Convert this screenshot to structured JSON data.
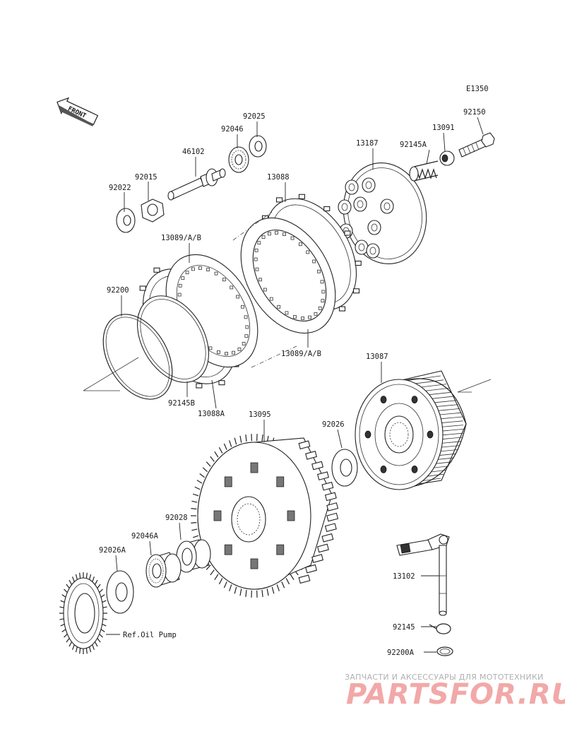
{
  "diagram": {
    "ref_code": "E1350",
    "direction_label": "FRONT",
    "ref_note": "Ref.Oil Pump",
    "parts": [
      {
        "id": "p92022",
        "number": "92022"
      },
      {
        "id": "p92015",
        "number": "92015"
      },
      {
        "id": "p46102",
        "number": "46102"
      },
      {
        "id": "p92046",
        "number": "92046"
      },
      {
        "id": "p92025",
        "number": "92025"
      },
      {
        "id": "p13187",
        "number": "13187"
      },
      {
        "id": "p92145A",
        "number": "92145A"
      },
      {
        "id": "p13091",
        "number": "13091"
      },
      {
        "id": "p92150",
        "number": "92150"
      },
      {
        "id": "p13088",
        "number": "13088"
      },
      {
        "id": "p13089a",
        "number": "13089/A/B"
      },
      {
        "id": "p92200",
        "number": "92200"
      },
      {
        "id": "p13089b",
        "number": "13089/A/B"
      },
      {
        "id": "p92145B",
        "number": "92145B"
      },
      {
        "id": "p13088A",
        "number": "13088A"
      },
      {
        "id": "p13087",
        "number": "13087"
      },
      {
        "id": "p13095",
        "number": "13095"
      },
      {
        "id": "p92026",
        "number": "92026"
      },
      {
        "id": "p92028",
        "number": "92028"
      },
      {
        "id": "p92046A",
        "number": "92046A"
      },
      {
        "id": "p92026A",
        "number": "92026A"
      },
      {
        "id": "p13102",
        "number": "13102"
      },
      {
        "id": "p92145",
        "number": "92145"
      },
      {
        "id": "p92200A",
        "number": "92200A"
      }
    ]
  },
  "watermark": {
    "subtitle": "ЗАПЧАСТИ И АКСЕССУАРЫ ДЛЯ МОТОТЕХНИКИ",
    "brand": "PARTSFOR.RU"
  },
  "colors": {
    "line": "#222222",
    "watermark_brand": "#f2a8a8",
    "watermark_sub": "#b0b0b0"
  }
}
